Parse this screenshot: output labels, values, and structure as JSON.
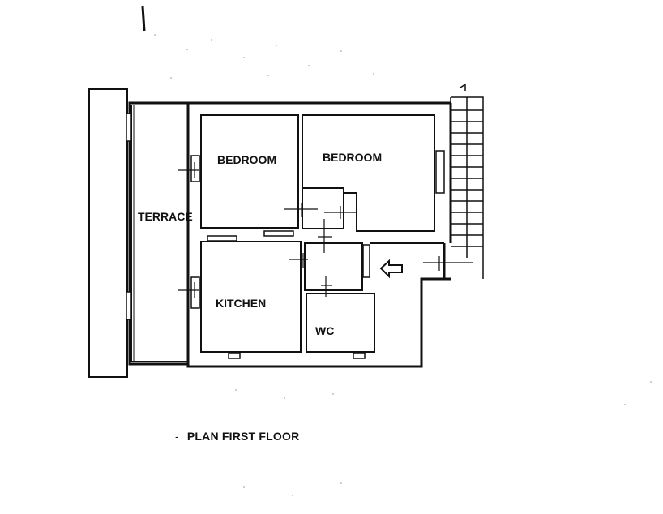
{
  "rooms": {
    "bedroom_left": "BEDROOM",
    "bedroom_right": "BEDROOM",
    "terrace": "TERRACE",
    "kitchen": "KITCHEN",
    "wc": "WC"
  },
  "caption": {
    "dash": "-",
    "title": "PLAN FIRST FLOOR"
  },
  "colors": {
    "ink": "#111111",
    "paper": "#ffffff"
  }
}
